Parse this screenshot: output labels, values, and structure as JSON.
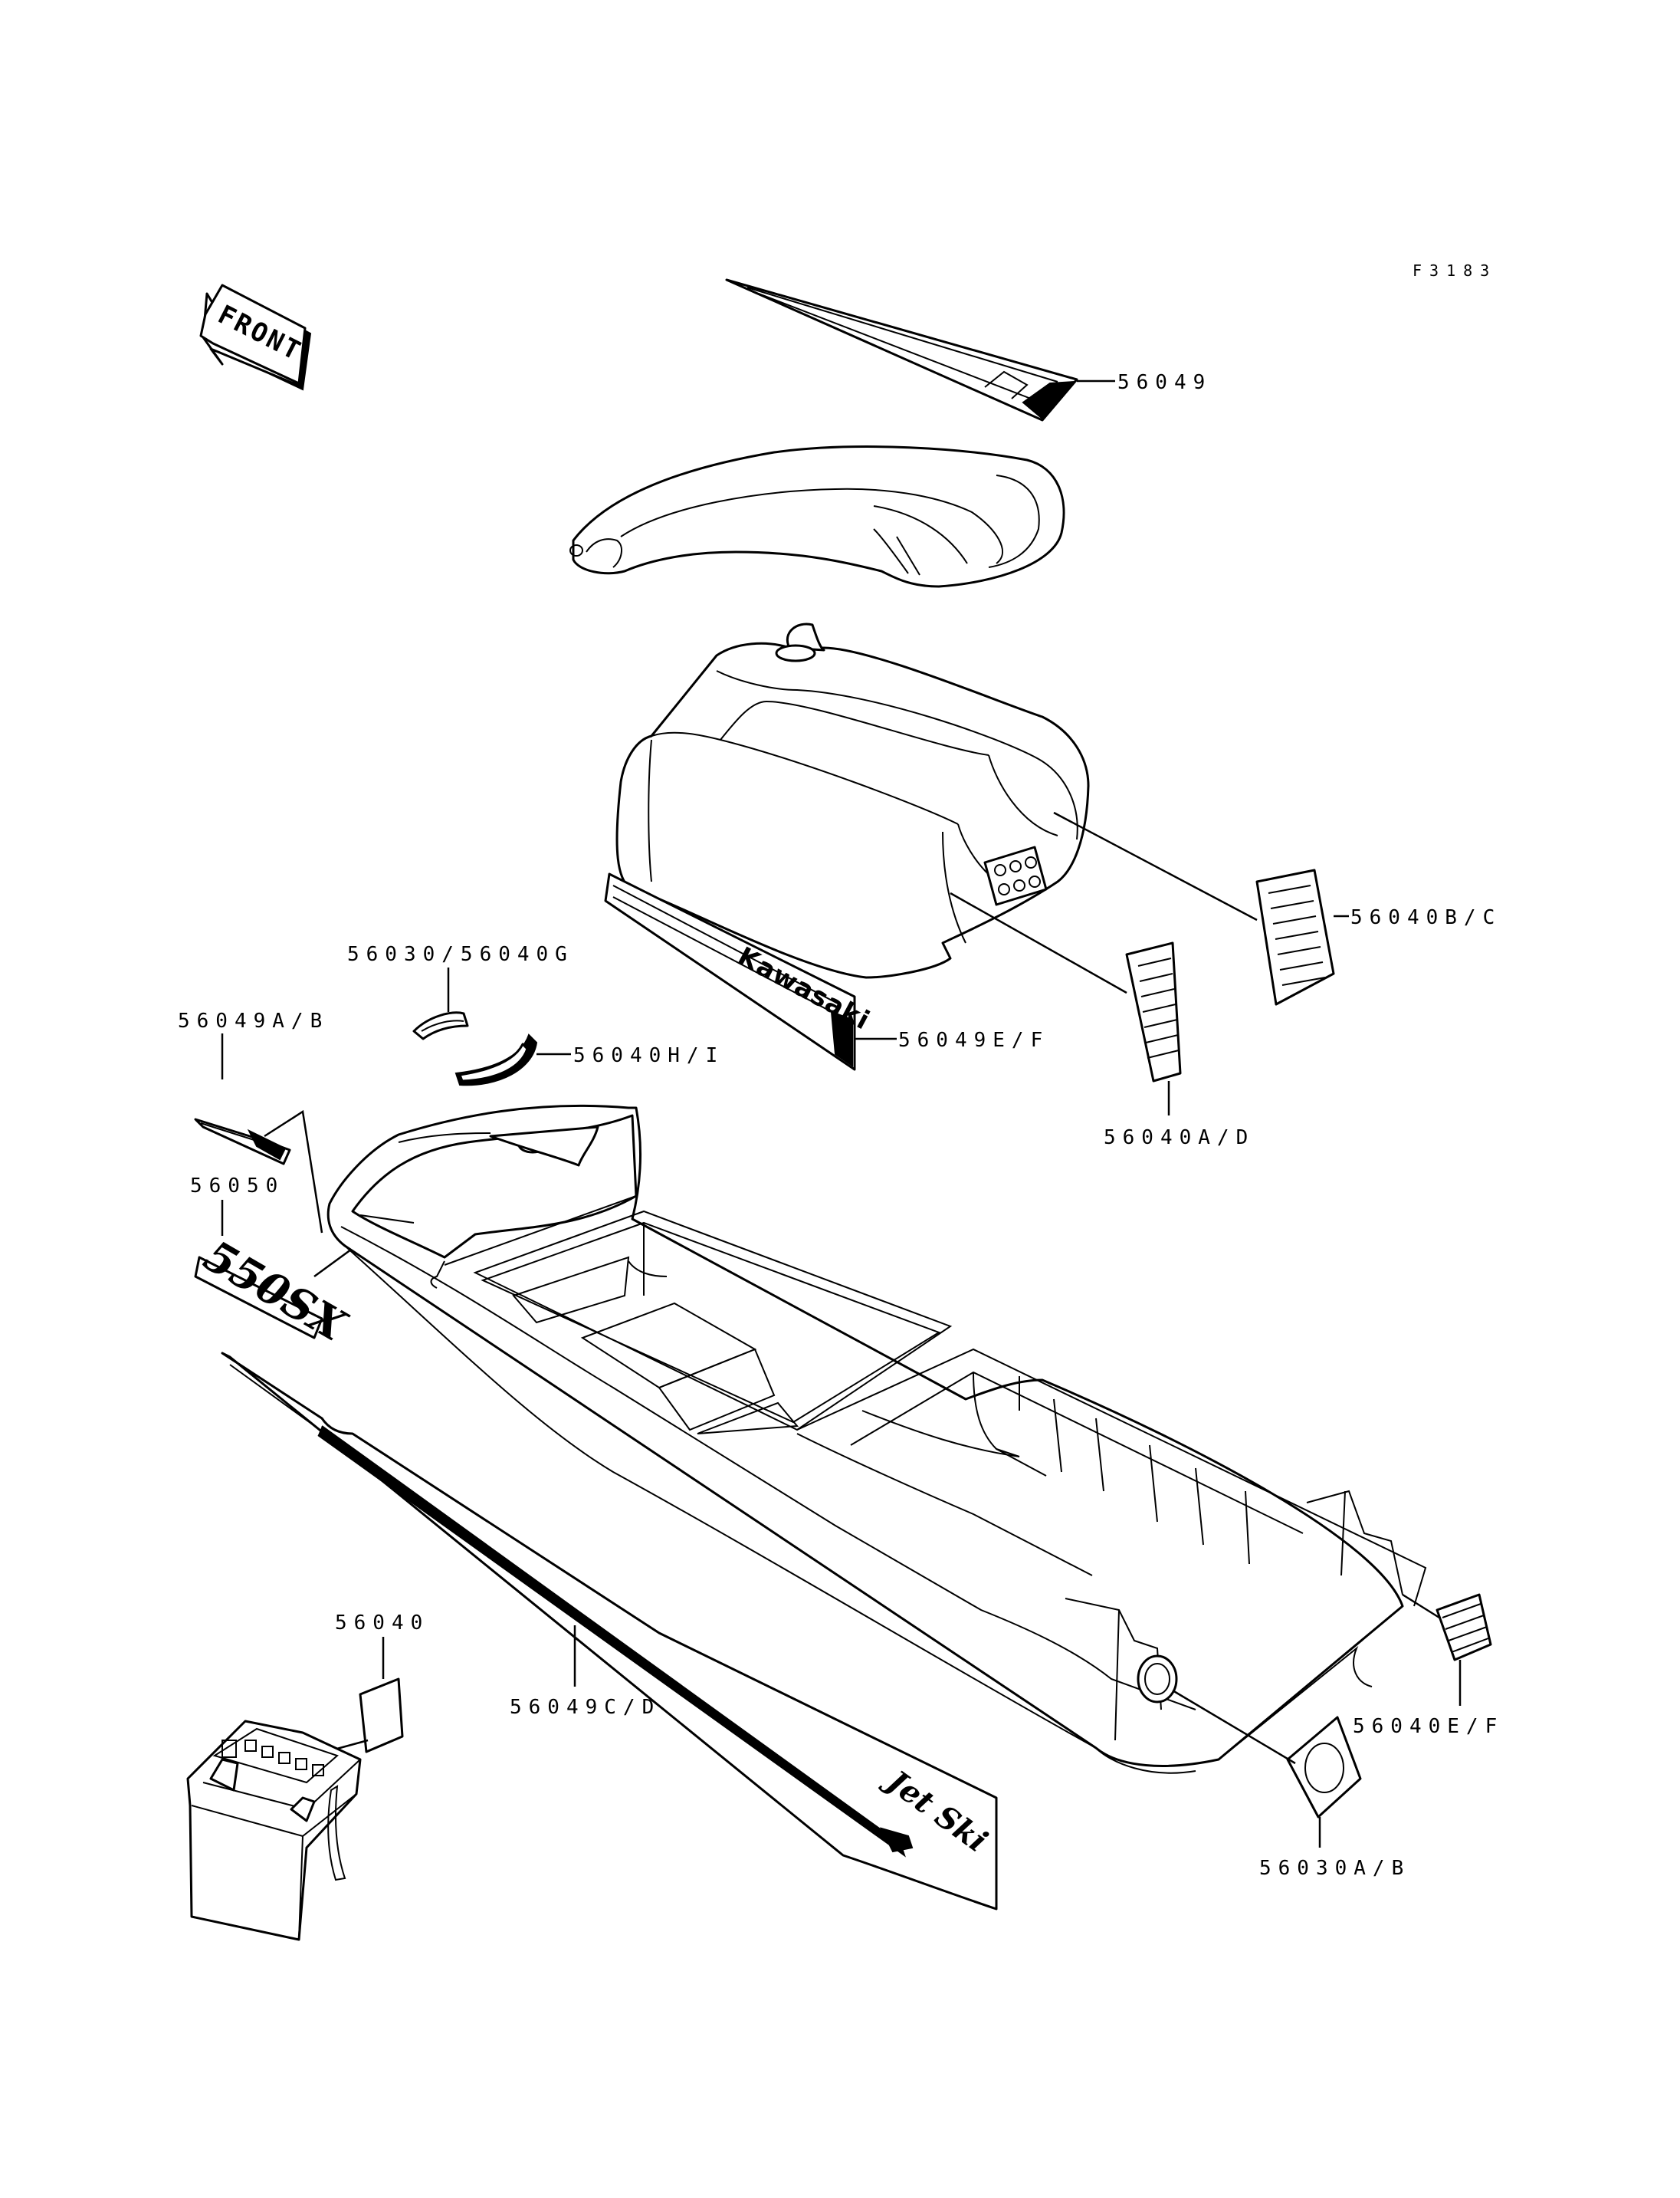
{
  "figure_id": "F3183",
  "front_label": "FRONT",
  "decal_text": {
    "kawasaki": "Kawasaki",
    "model": "550SX",
    "jetski": "Jet Ski"
  },
  "callouts": [
    {
      "id": "56049",
      "text": "56049"
    },
    {
      "id": "56040bc",
      "text": "56040B/C"
    },
    {
      "id": "56030g",
      "text": "56030/56040G"
    },
    {
      "id": "56049ab",
      "text": "56049A/B"
    },
    {
      "id": "56040hi",
      "text": "56040H/I"
    },
    {
      "id": "56049ef",
      "text": "56049E/F"
    },
    {
      "id": "56040ad",
      "text": "56040A/D"
    },
    {
      "id": "56050",
      "text": "56050"
    },
    {
      "id": "56040",
      "text": "56040"
    },
    {
      "id": "56049cd",
      "text": "56049C/D"
    },
    {
      "id": "56040ef",
      "text": "56040E/F"
    },
    {
      "id": "56030ab",
      "text": "56030A/B"
    }
  ]
}
